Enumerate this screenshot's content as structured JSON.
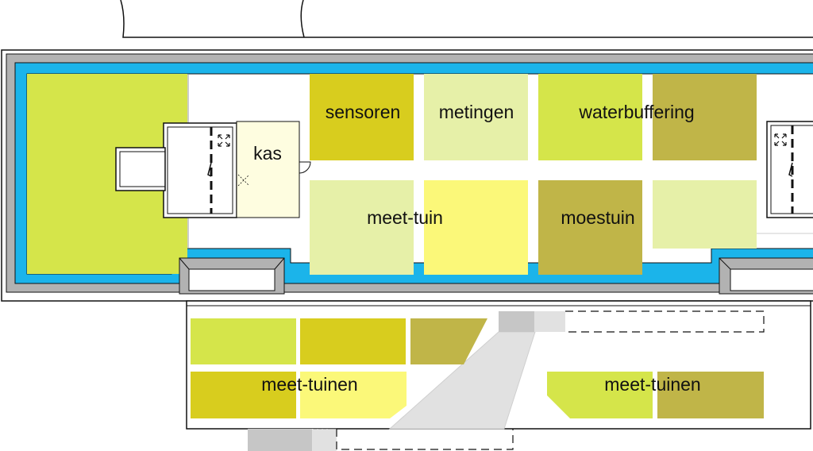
{
  "colors": {
    "lime": "#d5e54a",
    "mustard": "#d8cd1e",
    "pale_green": "#e6f0a8",
    "olive": "#c0b548",
    "light_yellow": "#fbf879",
    "greenhouse": "#fefde0",
    "water": "#1bb4ea",
    "edge_grey": "#b2b2b2",
    "ramp_grey": "#e1e1e1",
    "stair_grey": "#c6c6c6",
    "line": "#111111"
  },
  "labels": {
    "sensoren": "sensoren",
    "metingen": "metingen",
    "waterbuffering": "waterbuffering",
    "kas": "kas",
    "meet_tuin": "meet-tuin",
    "moestuin": "moestuin",
    "meet_tuinen_left": "meet-tuinen",
    "meet_tuinen_right": "meet-tuinen"
  },
  "icons": [
    "expand-arrows-icon",
    "door-swing-icon"
  ]
}
